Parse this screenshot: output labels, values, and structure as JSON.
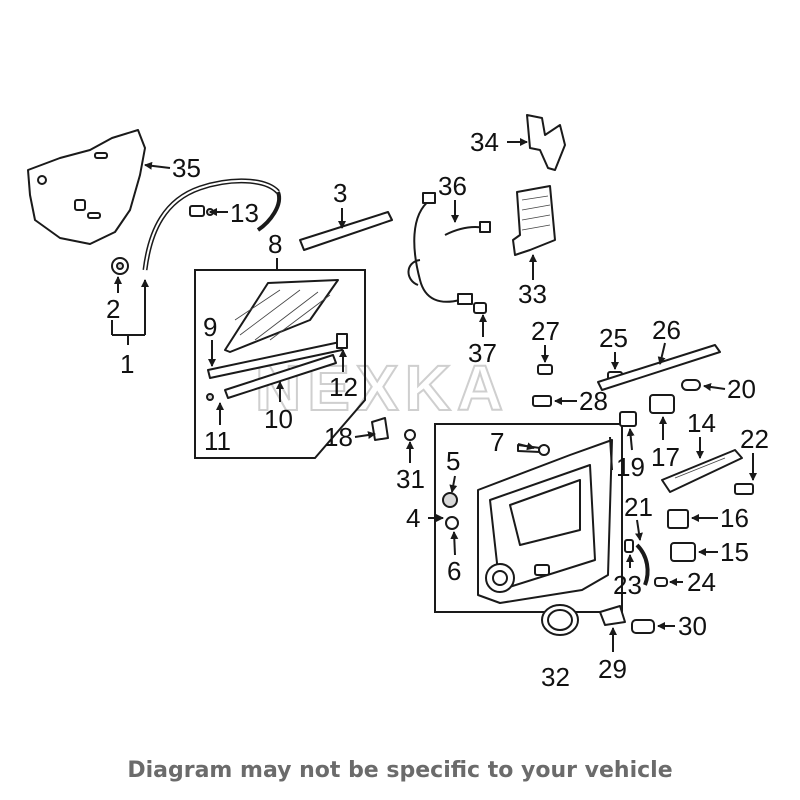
{
  "diagram": {
    "watermark": "NEXKA",
    "callouts": {
      "c1": "1",
      "c2": "2",
      "c3": "3",
      "c4": "4",
      "c5": "5",
      "c6": "6",
      "c7": "7",
      "c8": "8",
      "c9": "9",
      "c10": "10",
      "c11": "11",
      "c12": "12",
      "c13": "13",
      "c14": "14",
      "c15": "15",
      "c16": "16",
      "c17": "17",
      "c18": "18",
      "c19": "19",
      "c20": "20",
      "c21": "21",
      "c22": "22",
      "c23": "23",
      "c24": "24",
      "c25": "25",
      "c26": "26",
      "c27": "27",
      "c28": "28",
      "c29": "29",
      "c30": "30",
      "c31": "31",
      "c32": "32",
      "c33": "33",
      "c34": "34",
      "c35": "35",
      "c36": "36",
      "c37": "37"
    }
  },
  "footer": {
    "disclaimer": "Diagram may not be specific to your vehicle"
  }
}
